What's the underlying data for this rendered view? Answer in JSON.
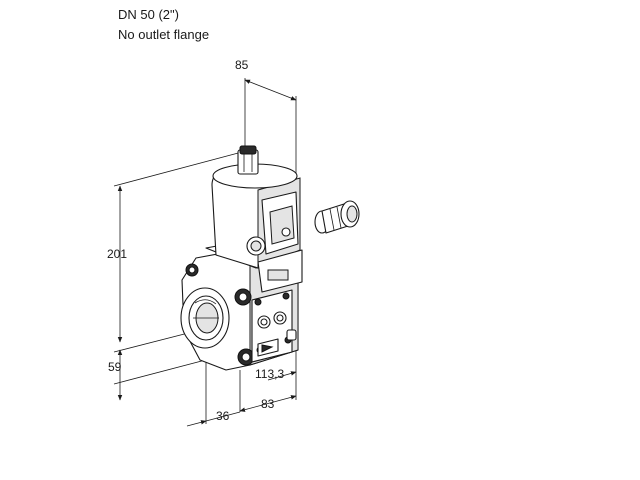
{
  "caption": {
    "line1": "DN 50 (2\")",
    "line2": "No outlet flange"
  },
  "dimensions": {
    "top_width": "85",
    "height": "201",
    "bottom_height": "59",
    "length_total": "113,3",
    "length_right": "83",
    "length_left": "36"
  }
}
